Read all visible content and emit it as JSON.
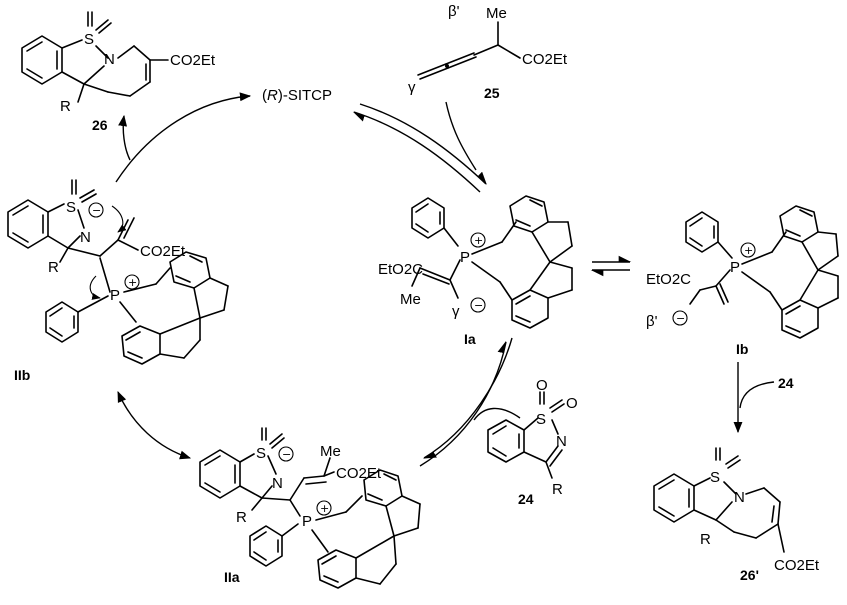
{
  "catalyst": {
    "prefix": "(",
    "R": "R",
    "suffix": ")-SITCP"
  },
  "compounds": {
    "allenoate": {
      "id": "25",
      "methyl": "Me",
      "ester": "CO2Et",
      "beta_prime": "β'",
      "gamma": "γ"
    },
    "imine": {
      "id": "24",
      "R": "R",
      "S": "S",
      "N": "N",
      "O": "O"
    },
    "product_26": {
      "id": "26",
      "R": "R",
      "ester": "CO2Et",
      "S": "S",
      "N": "N"
    },
    "product_26p": {
      "id": "26'",
      "R": "R",
      "ester": "CO2Et",
      "S": "S",
      "N": "N"
    }
  },
  "intermediates": {
    "Ia": {
      "id": "Ia",
      "ester": "EtO2C",
      "methyl": "Me",
      "gamma": "γ",
      "P": "P"
    },
    "Ib": {
      "id": "Ib",
      "ester": "EtO2C",
      "beta_prime": "β'",
      "P": "P"
    },
    "IIa": {
      "id": "IIa",
      "methyl": "Me",
      "ester": "CO2Et",
      "R": "R",
      "P": "P",
      "S": "S",
      "N": "N"
    },
    "IIb": {
      "id": "IIb",
      "ester": "CO2Et",
      "R": "R",
      "P": "P",
      "S": "S",
      "N": "N"
    }
  },
  "edge_labels": {
    "imine_to_Ib": "24"
  },
  "charges": {
    "plus": "+",
    "minus": "−"
  }
}
